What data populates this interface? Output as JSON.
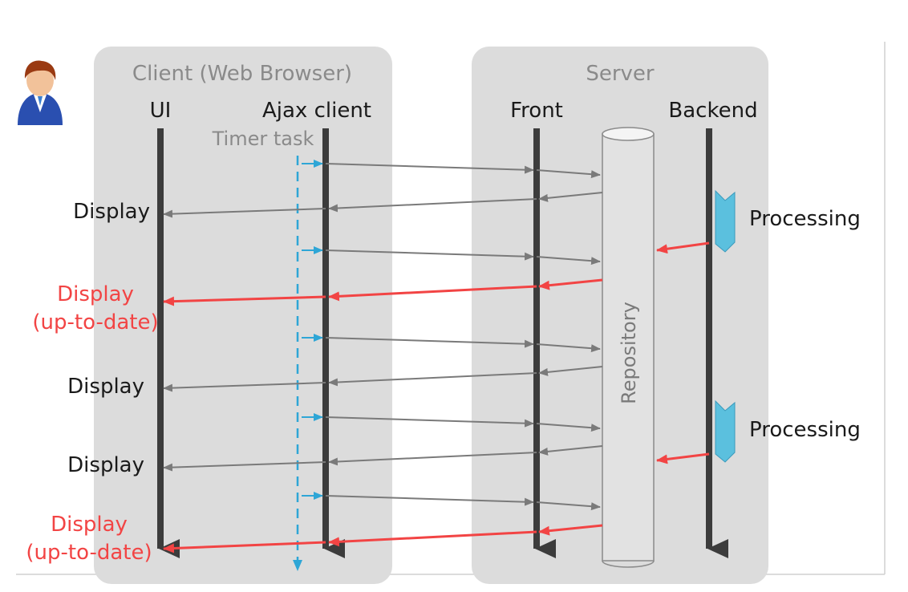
{
  "panels": {
    "client_title": "Client (Web Browser)",
    "server_title": "Server"
  },
  "lanes": {
    "ui": "UI",
    "ajax": "Ajax client",
    "timer": "Timer task",
    "front": "Front",
    "backend": "Backend",
    "repository": "Repository"
  },
  "labels": {
    "display_1": "Display",
    "display_2_line1": "Display",
    "display_2_line2": "(up-to-date)",
    "display_3": "Display",
    "display_4": "Display",
    "display_5_line1": "Display",
    "display_5_line2": "(up-to-date)",
    "processing_1": "Processing",
    "processing_2": "Processing"
  },
  "colors": {
    "panel": "#dcdcdc",
    "lifeline": "#3c3c3c",
    "message": "#7a7a7a",
    "update": "#f24444",
    "timer": "#2ea6d6",
    "processing": "#5bc0de"
  },
  "icons": {
    "user": "user-icon"
  }
}
